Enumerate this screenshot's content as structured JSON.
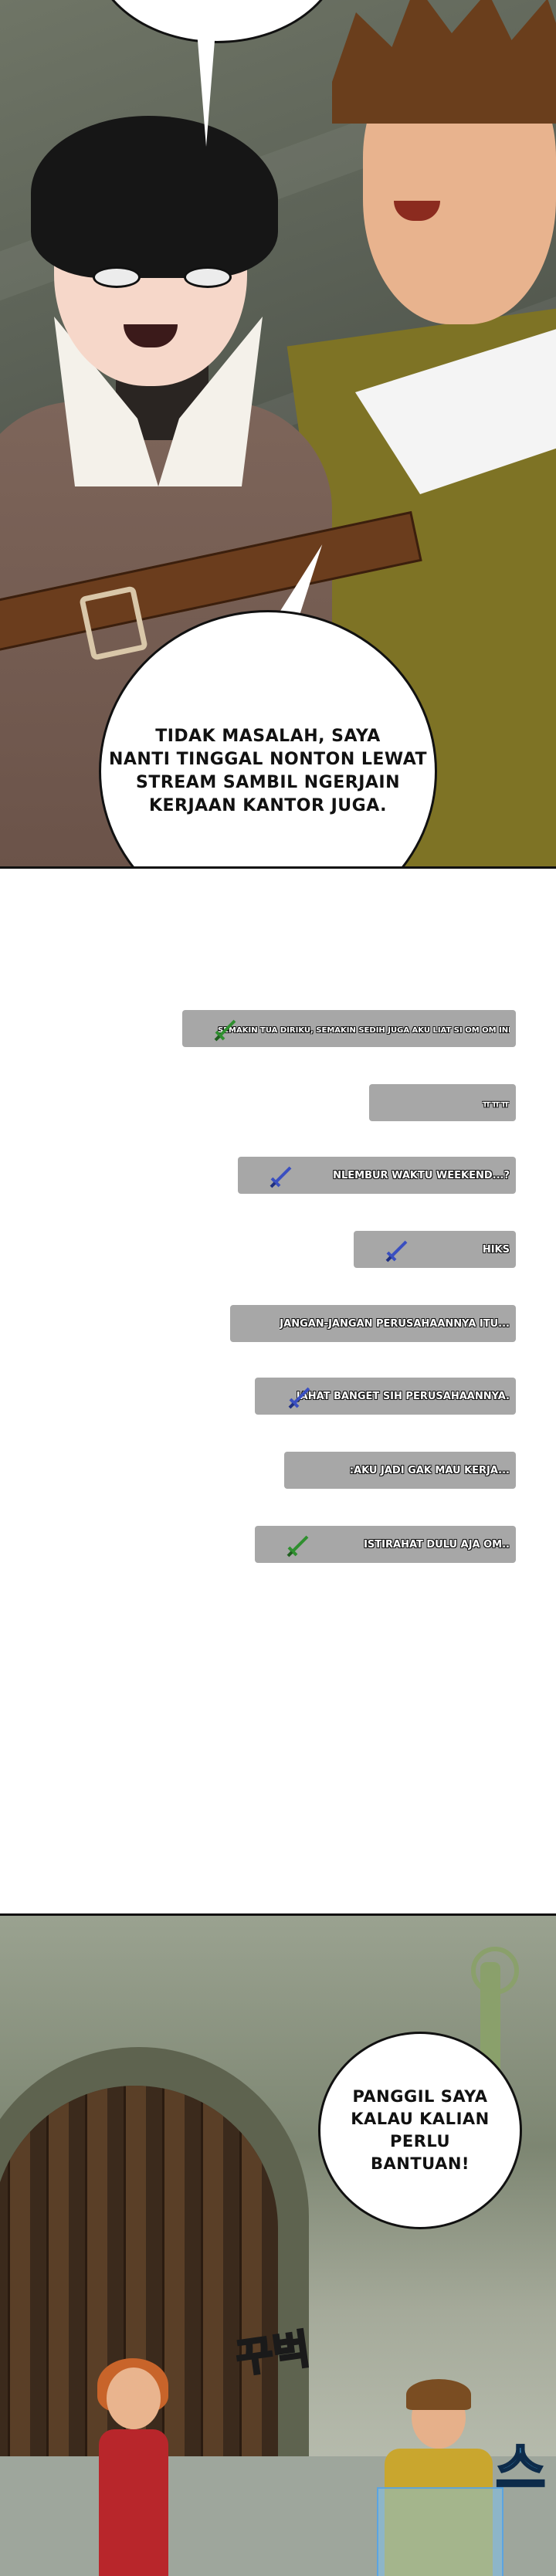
{
  "panel1": {
    "speech_bubble": "TIDAK MASALAH, SAYA\nNANTI TINGGAL NONTON LEWAT\nSTREAM SAMBIL NGERJAIN\nKERJAAN KANTOR JUGA."
  },
  "comments": [
    {
      "text": "SEMAKIN TUA DIRIKU, SEMAKIN SEDIH JUGA AKU LIAT SI OM OM INI ㅠㅠ",
      "icon": "green-sword-icon",
      "icon_color": "#2f8f2f"
    },
    {
      "text": "ㅠㅠㅠ",
      "icon": "",
      "icon_color": ""
    },
    {
      "text": "NLEMBUR WAKTU WEEKEND...?",
      "icon": "blue-sword-icon",
      "icon_color": "#3a4fc0"
    },
    {
      "text": "HIKS",
      "icon": "blue-sword-icon",
      "icon_color": "#3a4fc0"
    },
    {
      "text": "JANGAN-JANGAN PERUSAHAANNYA ITU...",
      "icon": "",
      "icon_color": ""
    },
    {
      "text": "JAHAT BANGET SIH PERUSAHAANNYA.",
      "icon": "blue-sword-icon",
      "icon_color": "#3a4fc0"
    },
    {
      "text": ":AKU JADI GAK MAU KERJA...",
      "icon": "",
      "icon_color": ""
    },
    {
      "text": "ISTIRAHAT DULU AJA OM..",
      "icon": "green-sword-icon",
      "icon_color": "#2f8f2f"
    }
  ],
  "panel2": {
    "speech_bubble": "PANGGIL SAYA\nKALAU KALIAN PERLU\nBANTUAN!",
    "sfx_left": "꾸벅",
    "sfx_right": "스"
  }
}
